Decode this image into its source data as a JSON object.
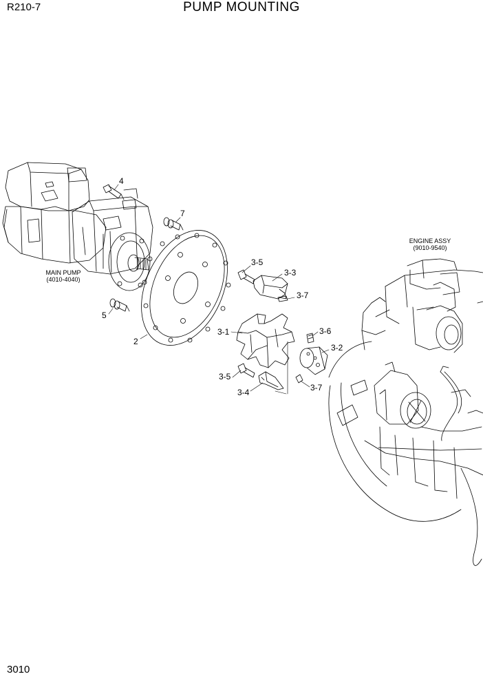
{
  "header": {
    "model_code": "R210-7",
    "title": "PUMP MOUNTING"
  },
  "footer": {
    "page_number": "3010"
  },
  "assemblies": {
    "main_pump": {
      "name": "MAIN PUMP",
      "ref": "(4010-4040)"
    },
    "engine": {
      "name": "ENGINE ASSY",
      "ref": "(9010-9540)"
    }
  },
  "callouts": {
    "p2": "2",
    "p3_1": "3-1",
    "p3_2": "3-2",
    "p3_3": "3-3",
    "p3_4": "3-4",
    "p3_5_top": "3-5",
    "p3_5_bottom": "3-5",
    "p3_6": "3-6",
    "p3_7_top": "3-7",
    "p3_7_bottom": "3-7",
    "p4": "4",
    "p5": "5",
    "p7": "7"
  }
}
